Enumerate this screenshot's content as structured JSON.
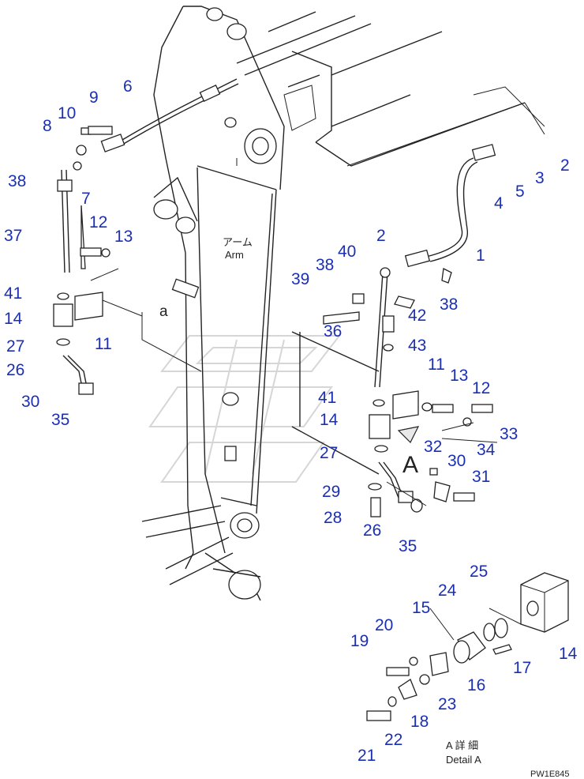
{
  "labels": {
    "arm_jp": "アーム",
    "arm_en": "Arm",
    "view_a_small": "a",
    "view_a_large": "A",
    "detail_jp": "A 詳 細",
    "detail_en": "Detail A",
    "drawing_code": "PW1E845"
  },
  "callouts": [
    {
      "id": "c-1",
      "text": "1"
    },
    {
      "id": "c-2a",
      "text": "2"
    },
    {
      "id": "c-3",
      "text": "3"
    },
    {
      "id": "c-4",
      "text": "4"
    },
    {
      "id": "c-5",
      "text": "5"
    },
    {
      "id": "c-6",
      "text": "6"
    },
    {
      "id": "c-7",
      "text": "7"
    },
    {
      "id": "c-8",
      "text": "8"
    },
    {
      "id": "c-9",
      "text": "9"
    },
    {
      "id": "c-10",
      "text": "10"
    },
    {
      "id": "c-11a",
      "text": "11"
    },
    {
      "id": "c-12a",
      "text": "12"
    },
    {
      "id": "c-13a",
      "text": "13"
    },
    {
      "id": "c-14a",
      "text": "14"
    },
    {
      "id": "c-26a",
      "text": "26"
    },
    {
      "id": "c-27a",
      "text": "27"
    },
    {
      "id": "c-30a",
      "text": "30"
    },
    {
      "id": "c-35a",
      "text": "35"
    },
    {
      "id": "c-37",
      "text": "37"
    },
    {
      "id": "c-38a",
      "text": "38"
    },
    {
      "id": "c-41a",
      "text": "41"
    },
    {
      "id": "c-2b",
      "text": "2"
    },
    {
      "id": "c-38b",
      "text": "38"
    },
    {
      "id": "c-38c",
      "text": "38"
    },
    {
      "id": "c-39",
      "text": "39"
    },
    {
      "id": "c-40",
      "text": "40"
    },
    {
      "id": "c-36",
      "text": "36"
    },
    {
      "id": "c-42",
      "text": "42"
    },
    {
      "id": "c-43",
      "text": "43"
    },
    {
      "id": "c-11b",
      "text": "11"
    },
    {
      "id": "c-13b",
      "text": "13"
    },
    {
      "id": "c-12b",
      "text": "12"
    },
    {
      "id": "c-41b",
      "text": "41"
    },
    {
      "id": "c-14b",
      "text": "14"
    },
    {
      "id": "c-33",
      "text": "33"
    },
    {
      "id": "c-34",
      "text": "34"
    },
    {
      "id": "c-27b",
      "text": "27"
    },
    {
      "id": "c-32",
      "text": "32"
    },
    {
      "id": "c-30b",
      "text": "30"
    },
    {
      "id": "c-31",
      "text": "31"
    },
    {
      "id": "c-29",
      "text": "29"
    },
    {
      "id": "c-28",
      "text": "28"
    },
    {
      "id": "c-26b",
      "text": "26"
    },
    {
      "id": "c-35b",
      "text": "35"
    },
    {
      "id": "c-25",
      "text": "25"
    },
    {
      "id": "c-24",
      "text": "24"
    },
    {
      "id": "c-15",
      "text": "15"
    },
    {
      "id": "c-14c",
      "text": "14"
    },
    {
      "id": "c-17",
      "text": "17"
    },
    {
      "id": "c-20",
      "text": "20"
    },
    {
      "id": "c-19",
      "text": "19"
    },
    {
      "id": "c-16",
      "text": "16"
    },
    {
      "id": "c-23",
      "text": "23"
    },
    {
      "id": "c-18",
      "text": "18"
    },
    {
      "id": "c-21",
      "text": "21"
    },
    {
      "id": "c-22",
      "text": "22"
    }
  ]
}
